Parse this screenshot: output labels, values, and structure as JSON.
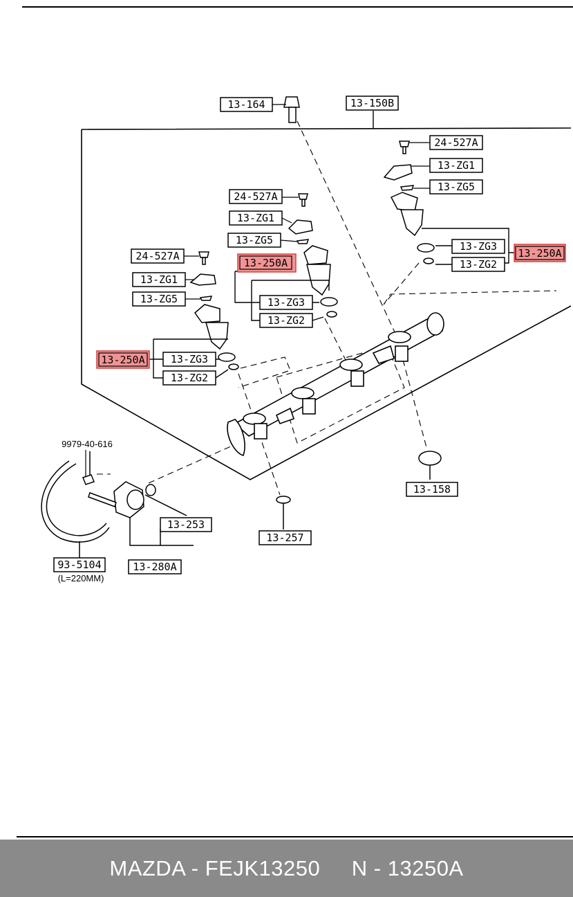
{
  "colors": {
    "highlight_fill": "#f19393",
    "highlight_stroke": "#d94040",
    "footer_bg": "#8a8a8a",
    "footer_text": "#ffffff"
  },
  "labels": {
    "l13_164": "13-164",
    "l13_150b": "13-150B",
    "l24_527a_right": "24-527A",
    "l13_zg1_right": "13-ZG1",
    "l13_zg5_right": "13-ZG5",
    "l13_zg3_right": "13-ZG3",
    "l13_zg2_right": "13-ZG2",
    "l13_250a_right": "13-250A",
    "l24_527a_mid": "24-527A",
    "l13_zg1_mid": "13-ZG1",
    "l13_zg5_mid": "13-ZG5",
    "l13_250a_mid": "13-250A",
    "l13_zg3_mid": "13-ZG3",
    "l13_zg2_mid": "13-ZG2",
    "l24_527a_left": "24-527A",
    "l13_zg1_left": "13-ZG1",
    "l13_zg5_left": "13-ZG5",
    "l13_250a_left": "13-250A",
    "l13_zg3_left": "13-ZG3",
    "l13_zg2_left": "13-ZG2",
    "l9979": "9979-40-616",
    "l13_253": "13-253",
    "l13_257": "13-257",
    "l13_158": "13-158",
    "l93_5104": "93-5104",
    "l_length": "(L=220MM)",
    "l13_280a": "13-280A"
  },
  "footer": {
    "brand_part": "MAZDA - FEJK13250",
    "number": "N - 13250A"
  }
}
